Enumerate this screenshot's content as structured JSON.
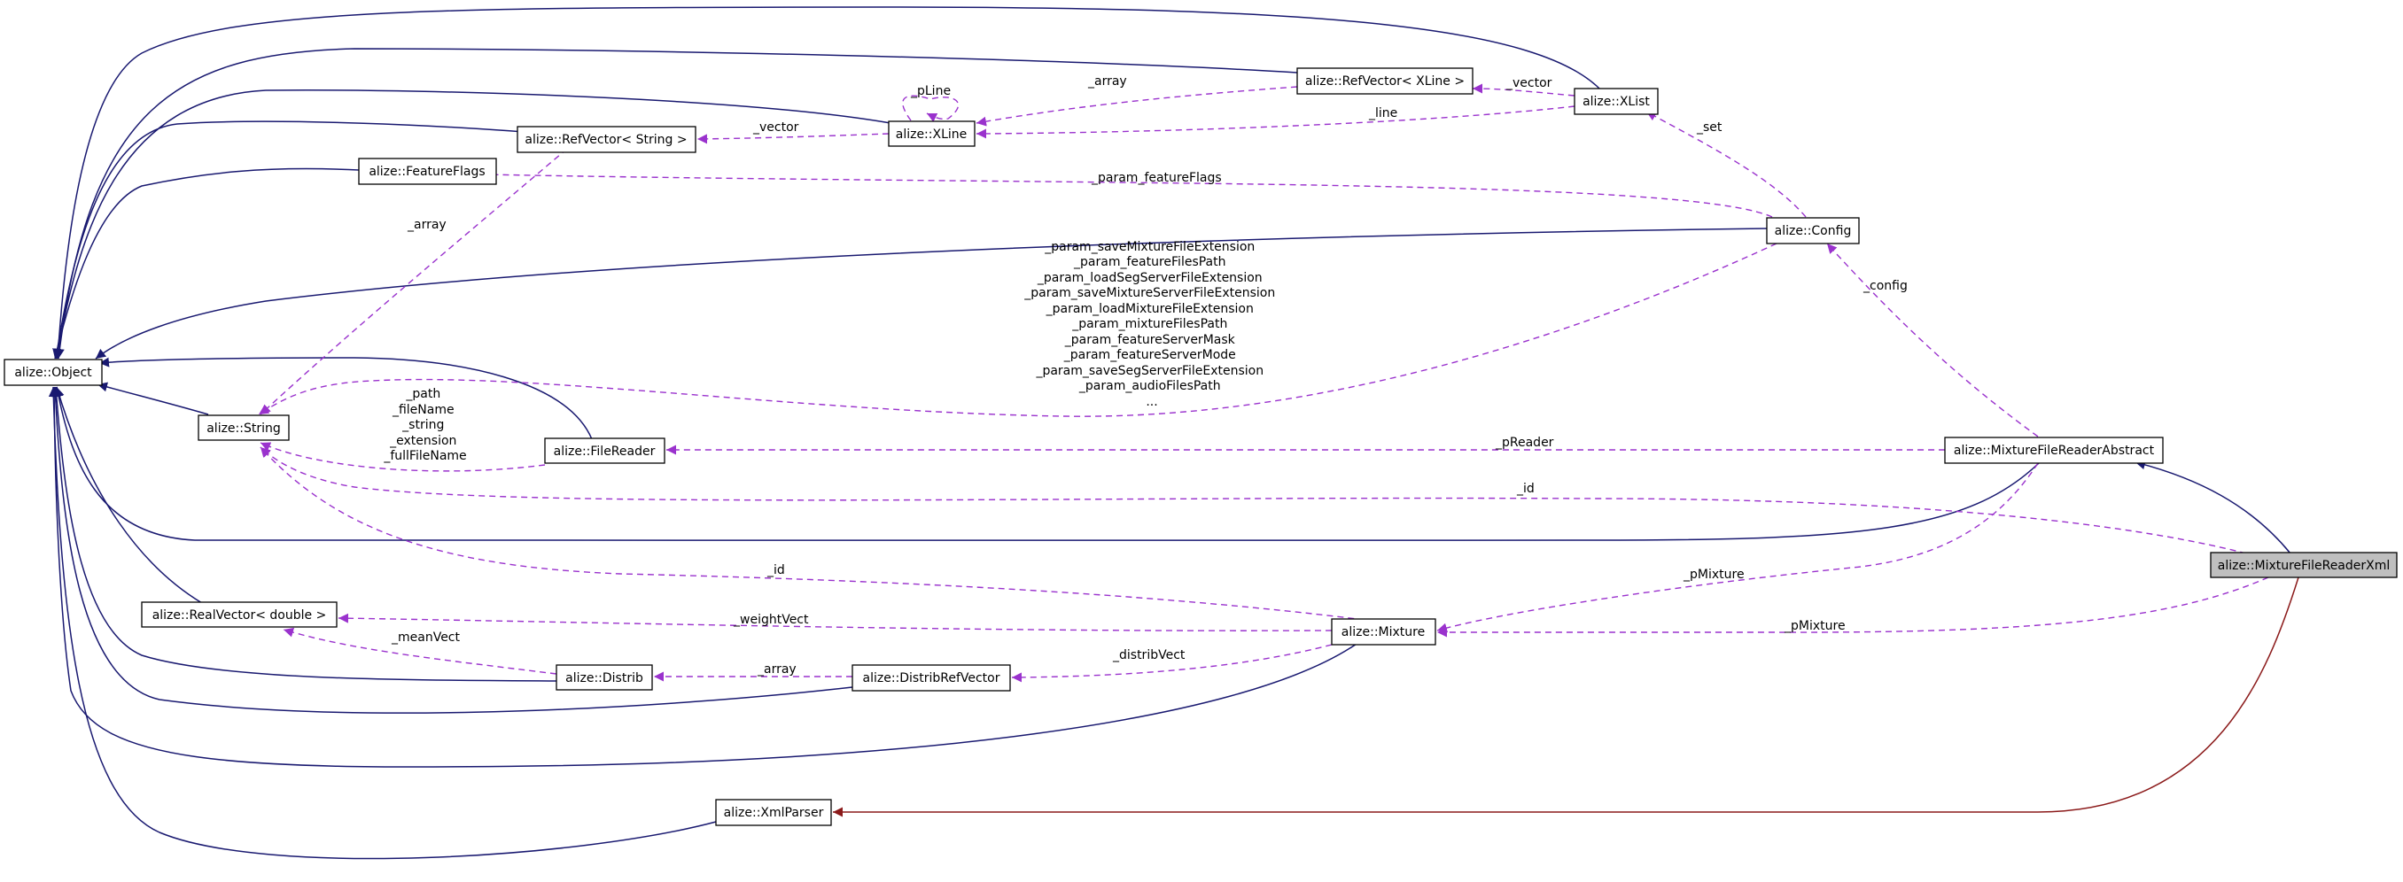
{
  "nodes": {
    "object": "alize::Object",
    "string": "alize::String",
    "featureflags": "alize::FeatureFlags",
    "refvector_string": "alize::RefVector< String >",
    "xline": "alize::XLine",
    "refvector_xline": "alize::RefVector< XLine >",
    "xlist": "alize::XList",
    "config": "alize::Config",
    "filereader": "alize::FileReader",
    "mixturefilereaderabstract": "alize::MixtureFileReaderAbstract",
    "mixturefilereaderxml": "alize::MixtureFileReaderXml",
    "realvector_double": "alize::RealVector< double >",
    "mixture": "alize::Mixture",
    "distrib": "alize::Distrib",
    "distribrefvector": "alize::DistribRefVector",
    "xmlparser": "alize::XmlParser"
  },
  "edge_labels": {
    "pline": "_pLine",
    "array_xline": "_array",
    "vector_xline": "_vector",
    "vector_string": "_vector",
    "line": "_line",
    "set": "_set",
    "param_featureflags": "_param_featureFlags",
    "array_string": "_array",
    "config": "_config",
    "config_params": [
      "_param_saveMixtureFileExtension",
      "_param_featureFilesPath",
      "_param_loadSegServerFileExtension",
      "_param_saveMixtureServerFileExtension",
      "_param_loadMixtureFileExtension",
      "_param_mixtureFilesPath",
      "_param_featureServerMask",
      "_param_featureServerMode",
      "_param_saveSegServerFileExtension",
      "_param_audioFilesPath",
      "..."
    ],
    "filereader_strings": [
      "_path",
      "_fileName",
      "_string",
      "_extension",
      "_fullFileName"
    ],
    "preader": "_pReader",
    "id_xml": "_id",
    "id_mixture": "_id",
    "pmixture_abstract": "_pMixture",
    "pmixture_xml": "_pMixture",
    "weightvect": "_weightVect",
    "meanvect": "_meanVect",
    "distribvect": "_distribVect",
    "array_distrib": "_array"
  },
  "colors": {
    "inheritance": "#191970",
    "usage": "#9a32cd",
    "private_inheritance": "#8b1a1a",
    "focus_fill": "#bfbfbf"
  }
}
